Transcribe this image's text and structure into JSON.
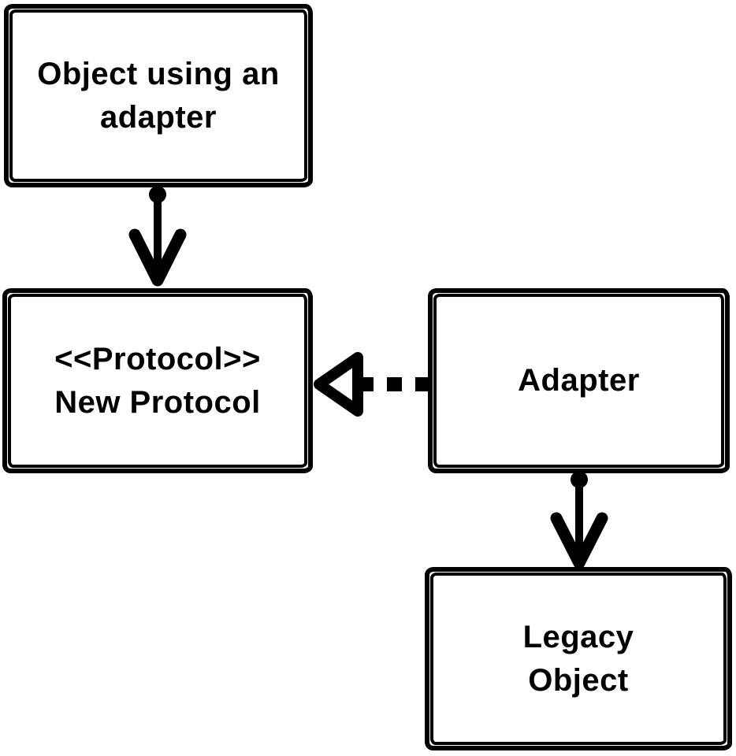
{
  "diagram": {
    "kind": "uml-adapter-pattern-sketch",
    "colors": {
      "ink": "#000000",
      "background": "#ffffff"
    },
    "nodes": {
      "client": {
        "line1": "Object using an",
        "line2": "adapter"
      },
      "protocol": {
        "line1": "<<Protocol>>",
        "line2": "New Protocol"
      },
      "adapter": {
        "line1": "Adapter"
      },
      "legacy": {
        "line1": "Legacy",
        "line2": "Object"
      }
    },
    "edges": [
      {
        "from": "Object using an adapter",
        "to": "<<Protocol>> New Protocol",
        "line": "solid",
        "arrowhead": "filled-v",
        "direction": "down"
      },
      {
        "from": "Adapter",
        "to": "<<Protocol>> New Protocol",
        "line": "dashed",
        "arrowhead": "open-triangle",
        "direction": "left"
      },
      {
        "from": "Adapter",
        "to": "Legacy Object",
        "line": "solid",
        "arrowhead": "filled-v",
        "direction": "down"
      }
    ]
  }
}
